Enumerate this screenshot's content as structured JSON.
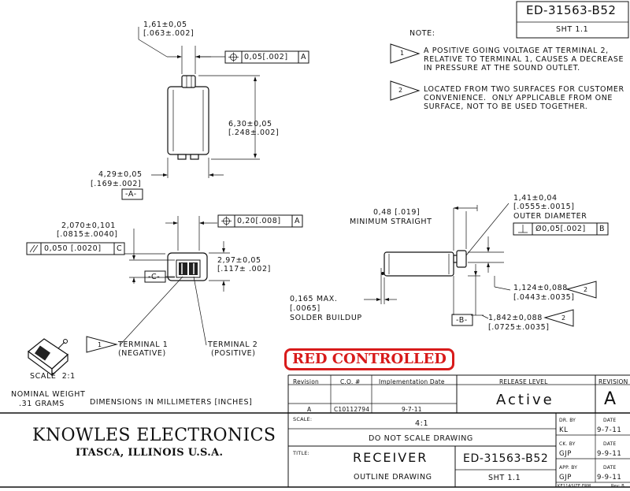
{
  "header": {
    "drawing_number": "ED-31563-B52",
    "sheet": "SHT 1.1"
  },
  "notes": {
    "title": "NOTE:",
    "note1_flag": "1",
    "note1_lines": [
      "A POSITIVE GOING VOLTAGE AT TERMINAL 2,",
      "RELATIVE TO TERMINAL 1, CAUSES A DECREASE",
      "IN PRESSURE AT THE SOUND OUTLET."
    ],
    "note2_flag": "2",
    "note2_lines": [
      "LOCATED FROM TWO SURFACES FOR CUSTOMER",
      "CONVENIENCE.  ONLY APPLICABLE FROM ONE",
      "SURFACE, NOT TO BE USED TOGETHER."
    ]
  },
  "top_view": {
    "dim_width_mm": "1,61±0,05",
    "dim_width_in": "[.063±.002]",
    "fcf_value": "0,05[.002]",
    "fcf_datum": "A",
    "dim_height_mm": "6,30±0,05",
    "dim_height_in": "[.248±.002]",
    "dim_body_mm": "4,29±0,05",
    "dim_body_in": "[.169±.002]",
    "datum_a": "-A-"
  },
  "end_view": {
    "fcf_value": "0,20[.008]",
    "fcf_datum": "A",
    "dim_mm": "2,070±0,101",
    "dim_in": "[.0815±.0040]",
    "flat_value": "0,050 [.0020]",
    "flat_datum": "C",
    "dim2_mm": "2,97±0,05",
    "dim2_in": "[.117± .002]",
    "datum_c": "-C-"
  },
  "side_view": {
    "tube_mm": "1,41±0,04",
    "tube_in": "[.0555±.0015]",
    "tube_label": "OUTER DIAMETER",
    "perp_value": "Ø0,05[.002]",
    "perp_datum": "B",
    "straight_value": "0,48 [.019]",
    "straight_label": "MINIMUM STRAIGHT",
    "solder_value": "0,165 MAX.",
    "solder_in": "[.0065]",
    "solder_label": "SOLDER BUILDUP",
    "datum_b": "-B-",
    "dim_a_mm": "1,124±0,088",
    "dim_a_in": "[.0443±.0035]",
    "dim_a_flag": "2",
    "dim_b_mm": "1,842±0,088",
    "dim_b_in": "[.0725±.0035]",
    "dim_b_flag": "2"
  },
  "terminals": {
    "t1_flag": "1",
    "t1_label": "TERMINAL 1",
    "t1_sub": "(NEGATIVE)",
    "t2_label": "TERMINAL 2",
    "t2_sub": "(POSITIVE)"
  },
  "iso": {
    "scale": "SCALE  2:1",
    "weight_label": "NOMINAL WEIGHT",
    "weight_value": ".31 GRAMS"
  },
  "units_note": "DIMENSIONS IN MILLIMETERS [INCHES]",
  "stamp": "RED CONTROLLED",
  "revision_table": {
    "col_revision": "Revision",
    "col_co": "C.O. #",
    "col_impl": "Implementation Date",
    "col_release": "RELEASE LEVEL",
    "col_rev": "REVISION",
    "row_revision": "A",
    "row_co": "C10112794",
    "row_date": "9-7-11",
    "release_level": "Active",
    "revision": "A"
  },
  "title_block": {
    "company": "KNOWLES ELECTRONICS",
    "location": "ITASCA, ILLINOIS U.S.A.",
    "scale_label": "SCALE:",
    "scale_value": "4:1",
    "do_not_scale": "DO NOT SCALE DRAWING",
    "title_label": "TITLE:",
    "title": "RECEIVER",
    "subtitle": "OUTLINE DRAWING",
    "number": "ED-31563-B52",
    "sheet": "SHT 1.1",
    "dr_label": "DR. BY",
    "dr_by": "KL",
    "dr_date": "9-7-11",
    "ck_label": "CK. BY",
    "ck_by": "GJP",
    "ck_date": "9-9-11",
    "app_label": "APP. BY",
    "app_by": "GJP",
    "app_date": "9-9-11",
    "date_label": "DATE",
    "footer_form": "KE11ASIZE FRM",
    "footer_rev": "Rev: B"
  }
}
